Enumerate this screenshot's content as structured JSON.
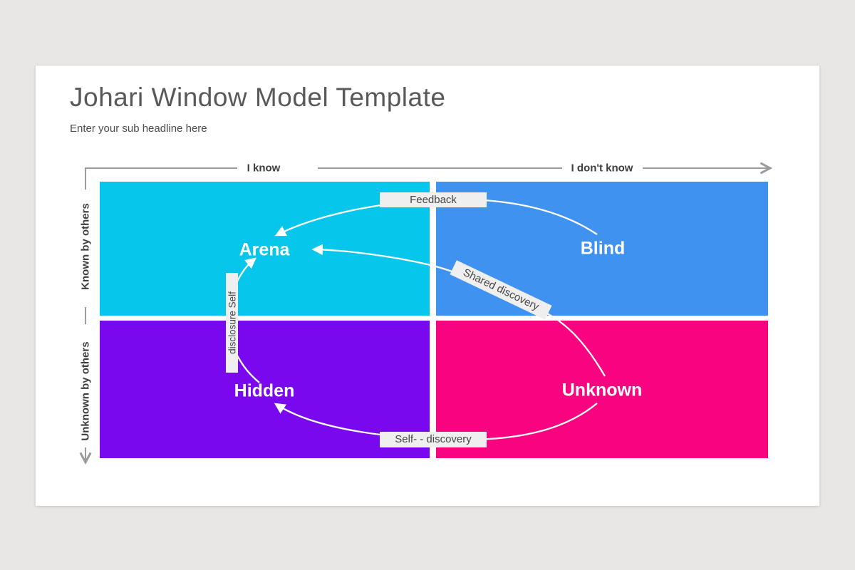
{
  "slide": {
    "title": "Johari Window Model Template",
    "subtitle": "Enter your sub headline here"
  },
  "axes": {
    "top_left_label": "I know",
    "top_right_label": "I don't know",
    "left_top_label": "Known by others",
    "left_bottom_label": "Unknown by others"
  },
  "quadrants": [
    {
      "id": "arena",
      "label": "Arena",
      "color": "#06c7eb",
      "row": "known by others",
      "col": "i know"
    },
    {
      "id": "blind",
      "label": "Blind",
      "color": "#4092f0",
      "row": "known by others",
      "col": "i don't know"
    },
    {
      "id": "hidden",
      "label": "Hidden",
      "color": "#7a08ee",
      "row": "unknown by others",
      "col": "i know"
    },
    {
      "id": "unknown",
      "label": "Unknown",
      "color": "#fa0380",
      "row": "unknown by others",
      "col": "i don't know"
    }
  ],
  "connectors": [
    {
      "id": "feedback",
      "label": "Feedback",
      "from": "Blind",
      "to": "Arena"
    },
    {
      "id": "shared-discovery",
      "label": "Shared discovery",
      "from": "Unknown",
      "to": "Arena"
    },
    {
      "id": "self-disclosure",
      "label": "disclosure Self",
      "from": "Hidden",
      "to": "Arena"
    },
    {
      "id": "self-discovery",
      "label": "Self- - discovery",
      "from": "Unknown",
      "to": "Hidden"
    }
  ],
  "colors": {
    "page_background": "#e8e7e5",
    "card_background": "#ffffff",
    "axis_gray": "#9a9a9a",
    "tag_background": "#efefef",
    "arrow_white": "#ffffff"
  }
}
